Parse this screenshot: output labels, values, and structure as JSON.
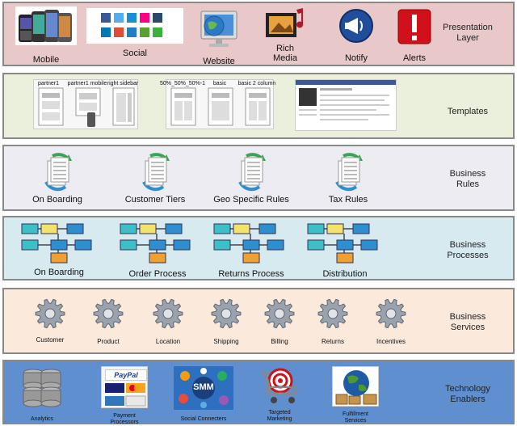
{
  "layers": {
    "presentation": {
      "title": "Presentation\nLayer",
      "items": [
        "Mobile",
        "Social",
        "Website",
        "Rich\nMedia",
        "Notify",
        "Alerts"
      ]
    },
    "templates": {
      "title": "Templates",
      "thumb_labels": [
        "partner1",
        "partner1 mobile",
        "right sidebar",
        "50%_50%_50%-1",
        "basic",
        "basic 2 column"
      ]
    },
    "business_rules": {
      "title": "Business\nRules",
      "items": [
        "On Boarding",
        "Customer Tiers",
        "Geo Specific Rules",
        "Tax Rules"
      ]
    },
    "business_processes": {
      "title": "Business\nProcesses",
      "items": [
        "On Boarding",
        "Order Process",
        "Returns Process",
        "Distribution"
      ]
    },
    "business_services": {
      "title": "Business\nServices",
      "items": [
        "Customer",
        "Product",
        "Location",
        "Shipping",
        "Billing",
        "Returns",
        "Incentives"
      ]
    },
    "technology": {
      "title": "Technology\nEnablers",
      "items": [
        "Analytics",
        "Payment\nProcessors",
        "Social Connecters",
        "Targeted\nMarketing",
        "Fulfillment\nServices"
      ],
      "paypal_text": "PayPal",
      "smm_text": "SMM"
    }
  },
  "colors": {
    "presentation_bg": "#e8c8c8",
    "templates_bg": "#ebf0dc",
    "rules_bg": "#ececf2",
    "processes_bg": "#d6eaf0",
    "services_bg": "#fbe9dc",
    "technology_bg": "#5f8fcf"
  }
}
